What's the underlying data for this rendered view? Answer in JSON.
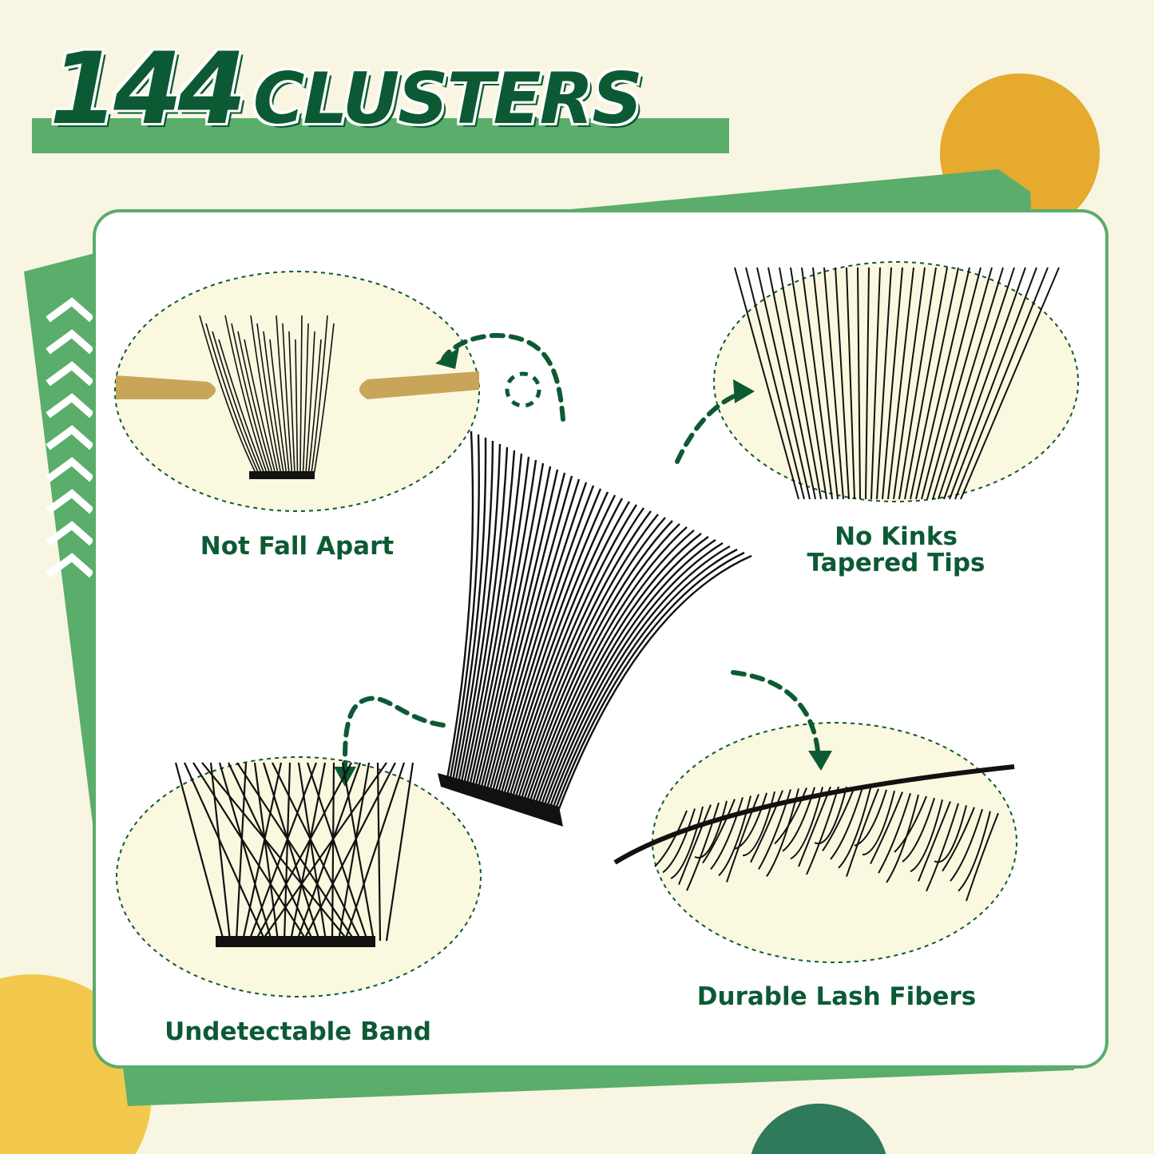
{
  "title": {
    "number": "144",
    "word": "CLUSTERS"
  },
  "features": [
    {
      "label": "Not Fall Apart"
    },
    {
      "label_line1": "No Kinks",
      "label_line2": "Tapered Tips"
    },
    {
      "label": "Undetectable Band"
    },
    {
      "label": "Durable Lash Fibers"
    }
  ],
  "colors": {
    "background": "#f8f6e2",
    "green": "#5aad6a",
    "dark_green": "#0c5a34",
    "orange": "#e5aa2e",
    "yellow": "#f2c94c",
    "teal": "#2e7a5a"
  }
}
